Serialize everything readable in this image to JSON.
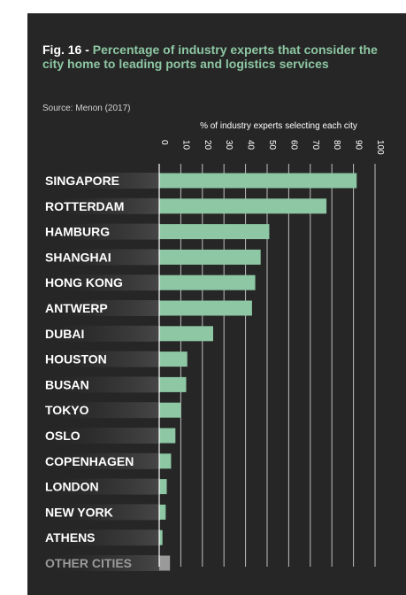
{
  "figure": {
    "number": "Fig. 16 -",
    "title": "Percentage of industry experts that consider the city home to leading ports and logistics services",
    "source": "Source: Menon (2017)"
  },
  "colors": {
    "background": "#262626",
    "bar": "#8dc7a3",
    "bar_other": "#9a9a9a",
    "label": "#ffffff",
    "label_other": "#9a9a9a",
    "grid": "#bfbfbf"
  },
  "chart_data": {
    "type": "bar",
    "orientation": "horizontal",
    "title": "Percentage of industry experts that consider the city home to leading ports and logistics services",
    "xlabel": "% of industry experts selecting each city",
    "ylabel": "",
    "xlim": [
      0,
      100
    ],
    "ticks": [
      "0",
      "10",
      "20",
      "30",
      "40",
      "50",
      "60",
      "70",
      "80",
      "90",
      "100"
    ],
    "categories": [
      "SINGAPORE",
      "ROTTERDAM",
      "HAMBURG",
      "SHANGHAI",
      "HONG KONG",
      "ANTWERP",
      "DUBAI",
      "HOUSTON",
      "BUSAN",
      "TOKYO",
      "OSLO",
      "COPENHAGEN",
      "LONDON",
      "NEW YORK",
      "ATHENS",
      "OTHER CITIES"
    ],
    "values": [
      91.5,
      77.5,
      51,
      47,
      44.5,
      43,
      25,
      13,
      12.5,
      10,
      7.5,
      5.5,
      3.5,
      3,
      1.5,
      5
    ],
    "grid": true
  }
}
